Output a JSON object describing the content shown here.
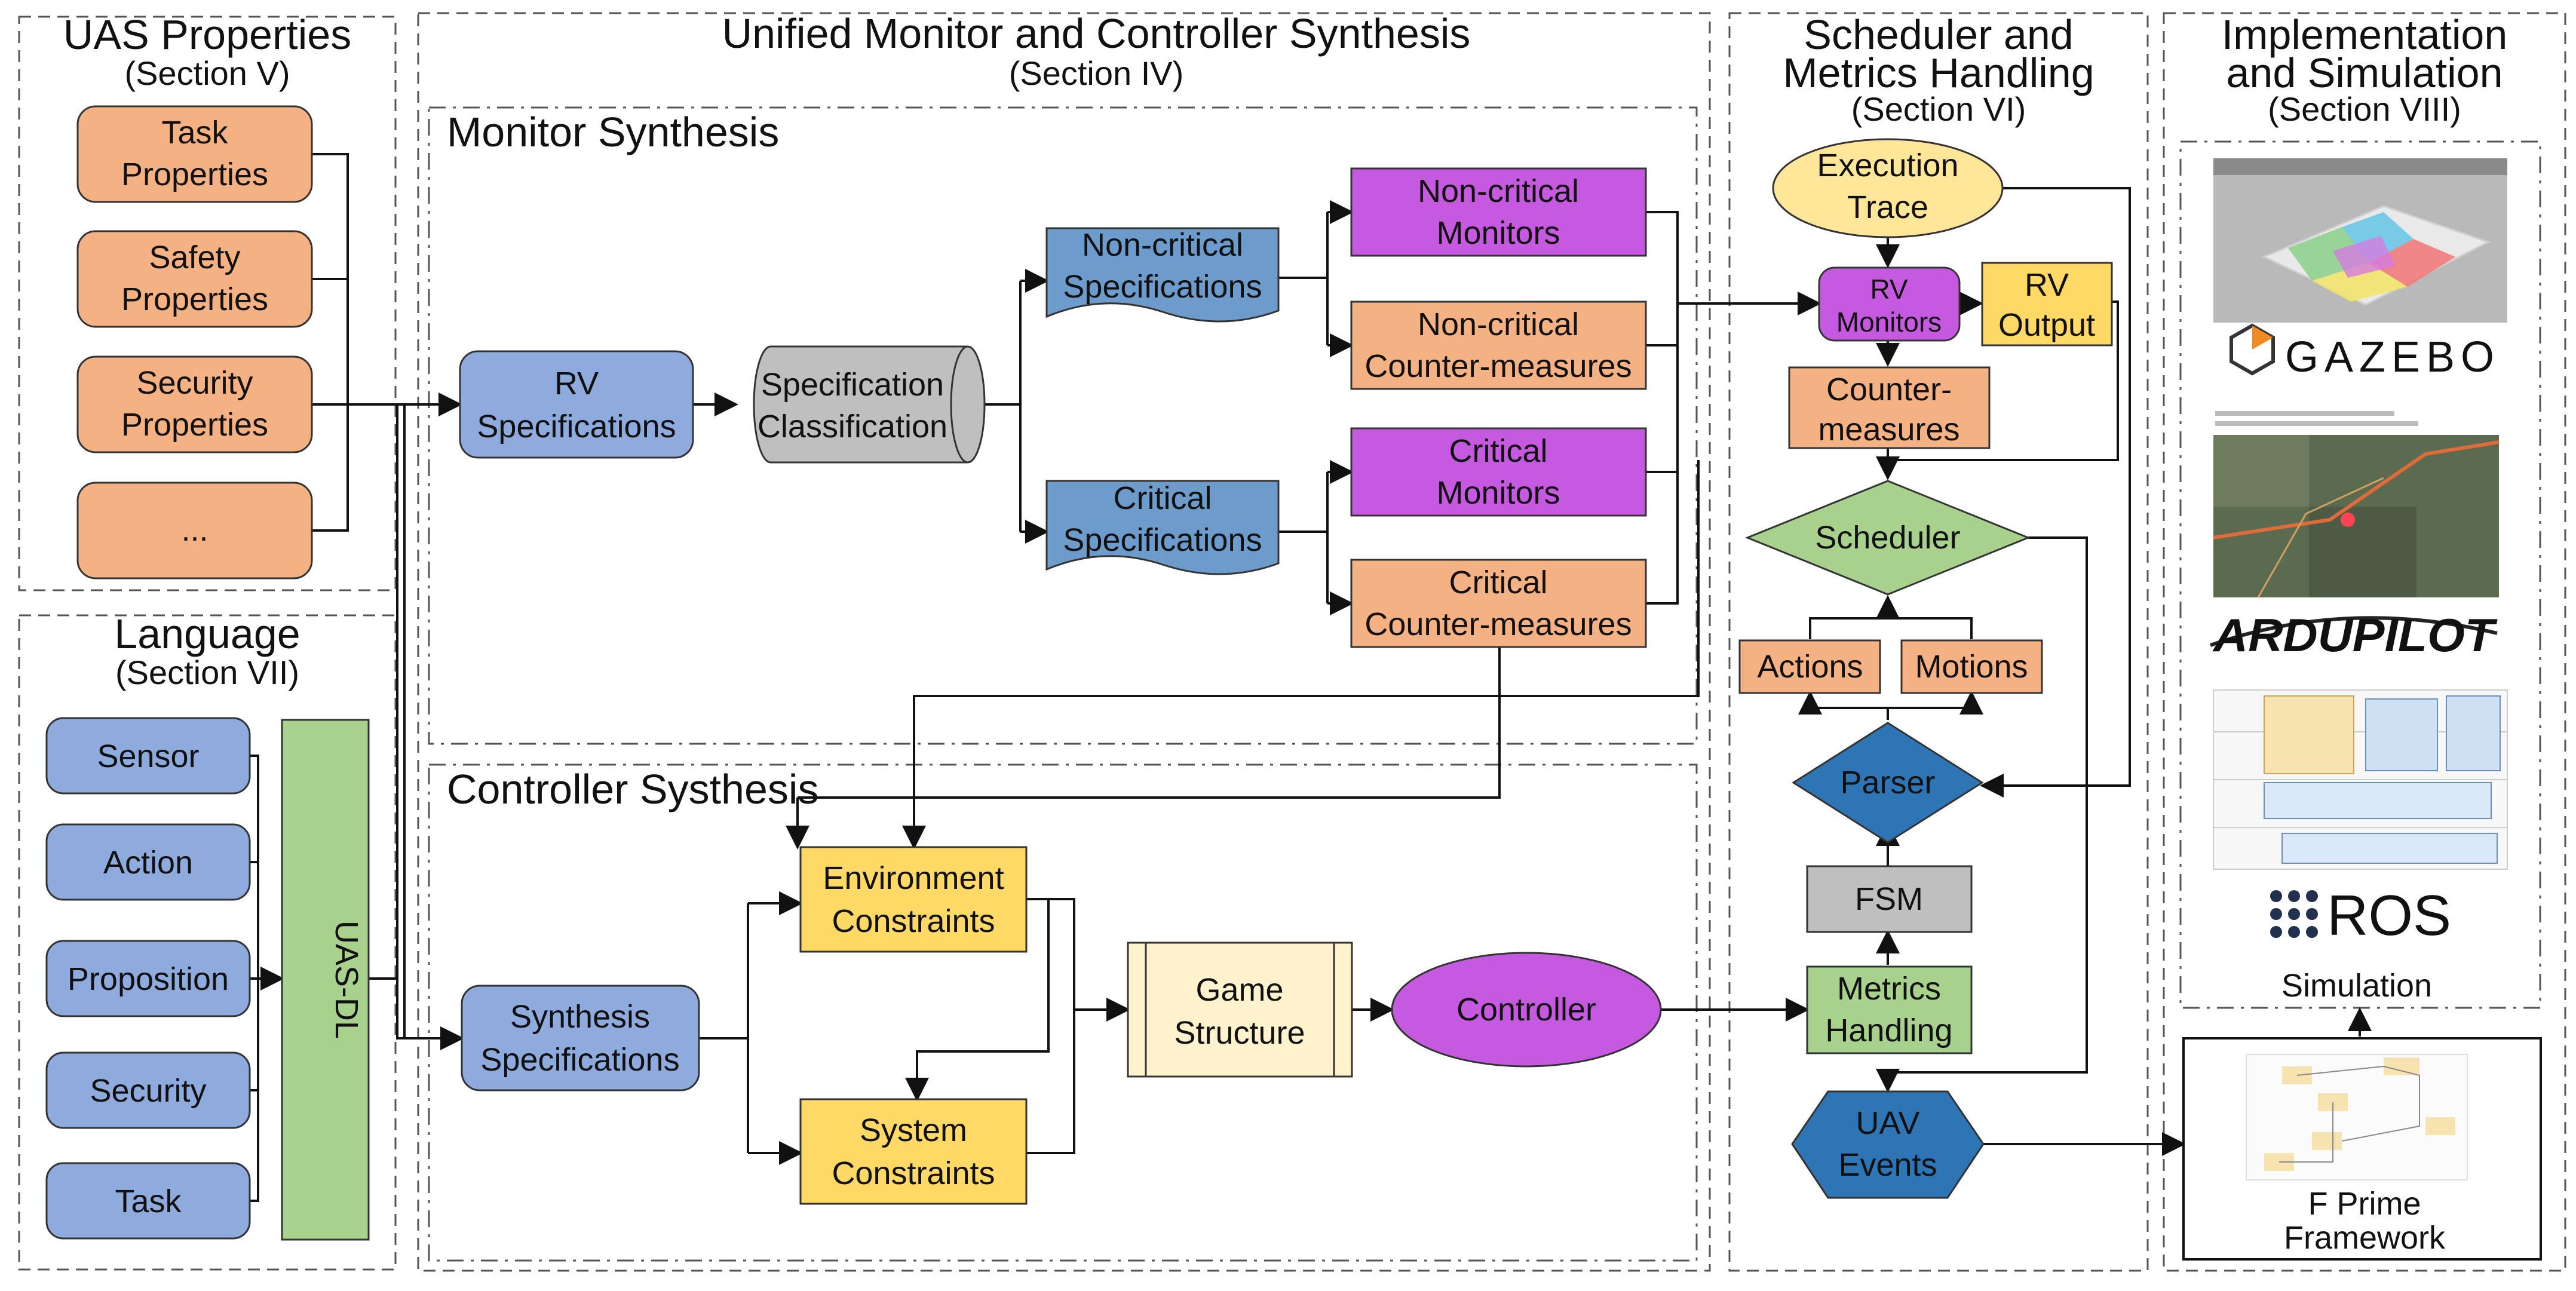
{
  "sections": {
    "uas_properties": {
      "title": "UAS Properties",
      "sub": "(Section V)"
    },
    "language": {
      "title": "Language",
      "sub": "(Section VII)"
    },
    "unified": {
      "title": "Unified Monitor and Controller Synthesis",
      "sub": "(Section IV)"
    },
    "monitor_synthesis": {
      "title": "Monitor Synthesis"
    },
    "controller_synthesis": {
      "title": "Controller Systhesis"
    },
    "scheduler": {
      "title1": "Scheduler and",
      "title2": "Metrics Handling",
      "sub": "(Section VI)"
    },
    "implementation": {
      "title1": "Implementation",
      "title2": "and Simulation",
      "sub": "(Section VIII)"
    }
  },
  "uas_properties": {
    "task": [
      "Task",
      "Properties"
    ],
    "safety": [
      "Safety",
      "Properties"
    ],
    "security": [
      "Security",
      "Properties"
    ],
    "more": "..."
  },
  "language": {
    "items": [
      "Sensor",
      "Action",
      "Proposition",
      "Security",
      "Task"
    ],
    "uasdl": "UAS-DL"
  },
  "monitor": {
    "rv_spec": [
      "RV",
      "Specifications"
    ],
    "spec_class": [
      "Specification",
      "Classification"
    ],
    "noncrit_spec": [
      "Non-critical",
      "Specifications"
    ],
    "crit_spec": [
      "Critical",
      "Specifications"
    ],
    "noncrit_mon": [
      "Non-critical",
      "Monitors"
    ],
    "noncrit_cm": [
      "Non-critical",
      "Counter-measures"
    ],
    "crit_mon": [
      "Critical",
      "Monitors"
    ],
    "crit_cm": [
      "Critical",
      "Counter-measures"
    ]
  },
  "controller": {
    "synth_spec": [
      "Synthesis",
      "Specifications"
    ],
    "env": [
      "Environment",
      "Constraints"
    ],
    "sys": [
      "System",
      "Constraints"
    ],
    "game": [
      "Game",
      "Structure"
    ],
    "ctrl": "Controller"
  },
  "scheduler": {
    "trace": [
      "Execution",
      "Trace"
    ],
    "rv_mon": [
      "RV",
      "Monitors"
    ],
    "rv_out": [
      "RV",
      "Output"
    ],
    "counter": [
      "Counter-",
      "measures"
    ],
    "sched": "Scheduler",
    "actions": "Actions",
    "motions": "Motions",
    "parser": "Parser",
    "fsm": "FSM",
    "metrics": [
      "Metrics",
      "Handling"
    ],
    "uav": [
      "UAV",
      "Events"
    ]
  },
  "implementation": {
    "gazebo": "GAZEBO",
    "ardupilot": "ARDUPILOT",
    "ros": "ROS",
    "simulation": "Simulation",
    "fprime": [
      "F Prime",
      "Framework"
    ]
  },
  "colors": {
    "orange": "#f4b183",
    "blue_light": "#8faadc",
    "blue_mid": "#6d9ccc",
    "blue_dark": "#2e75b6",
    "purple": "#c55ae0",
    "yellow": "#ffd966",
    "cream": "#fff2cc",
    "grey": "#bfbfbf",
    "green": "#a9d18e",
    "pale_yellow": "#ffe699"
  }
}
